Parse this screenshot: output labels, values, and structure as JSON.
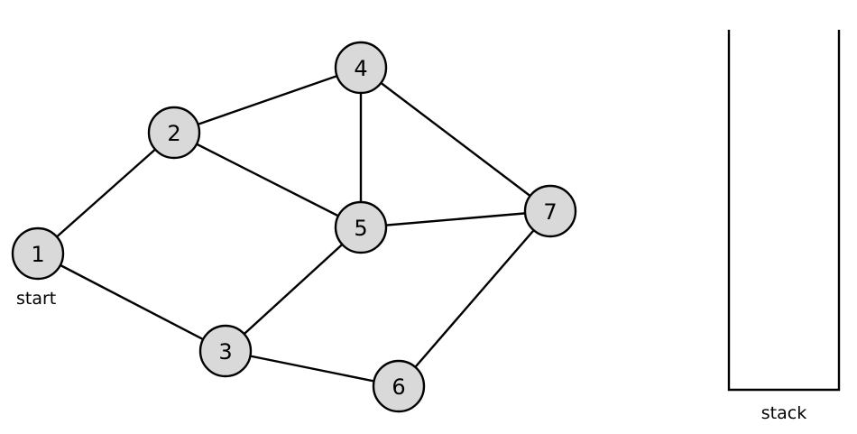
{
  "graph": {
    "nodes": [
      {
        "id": "1",
        "label": "1"
      },
      {
        "id": "2",
        "label": "2"
      },
      {
        "id": "3",
        "label": "3"
      },
      {
        "id": "4",
        "label": "4"
      },
      {
        "id": "5",
        "label": "5"
      },
      {
        "id": "6",
        "label": "6"
      },
      {
        "id": "7",
        "label": "7"
      }
    ],
    "edges": [
      [
        "1",
        "2"
      ],
      [
        "1",
        "3"
      ],
      [
        "2",
        "4"
      ],
      [
        "2",
        "5"
      ],
      [
        "4",
        "5"
      ],
      [
        "4",
        "7"
      ],
      [
        "5",
        "7"
      ],
      [
        "5",
        "3"
      ],
      [
        "3",
        "6"
      ],
      [
        "6",
        "7"
      ]
    ],
    "start_label": "start"
  },
  "stack": {
    "label": "stack"
  },
  "colors": {
    "node_fill": "#d9d9d9",
    "stroke": "#000000"
  }
}
